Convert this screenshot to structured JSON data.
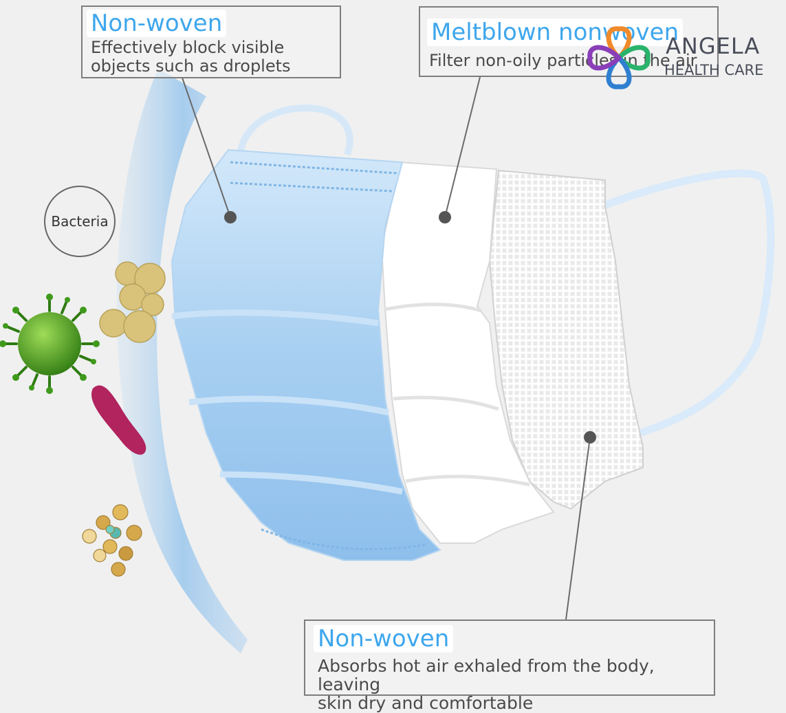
{
  "callouts": [
    {
      "title": "Non-woven",
      "description": "Effectively block visible\nobjects such as droplets"
    },
    {
      "title": "Meltblown nonwoven",
      "description": "Filter non-oily particles in the air"
    },
    {
      "title": "Non-woven",
      "description": "Absorbs hot air exhaled from the body, leaving\nskin dry and comfortable"
    }
  ],
  "bacteria_label": "Bacteria",
  "logo": {
    "name": "ANGELA",
    "subtitle": "HEALTH CARE"
  },
  "colors": {
    "heading": "#3ea6ec",
    "mask_blue": "#a9d1f2",
    "mask_white": "#ffffff",
    "virus_green": "#3f9a1c",
    "bacillus_magenta": "#b1245e",
    "cocci_yellow": "#d9c27a"
  }
}
